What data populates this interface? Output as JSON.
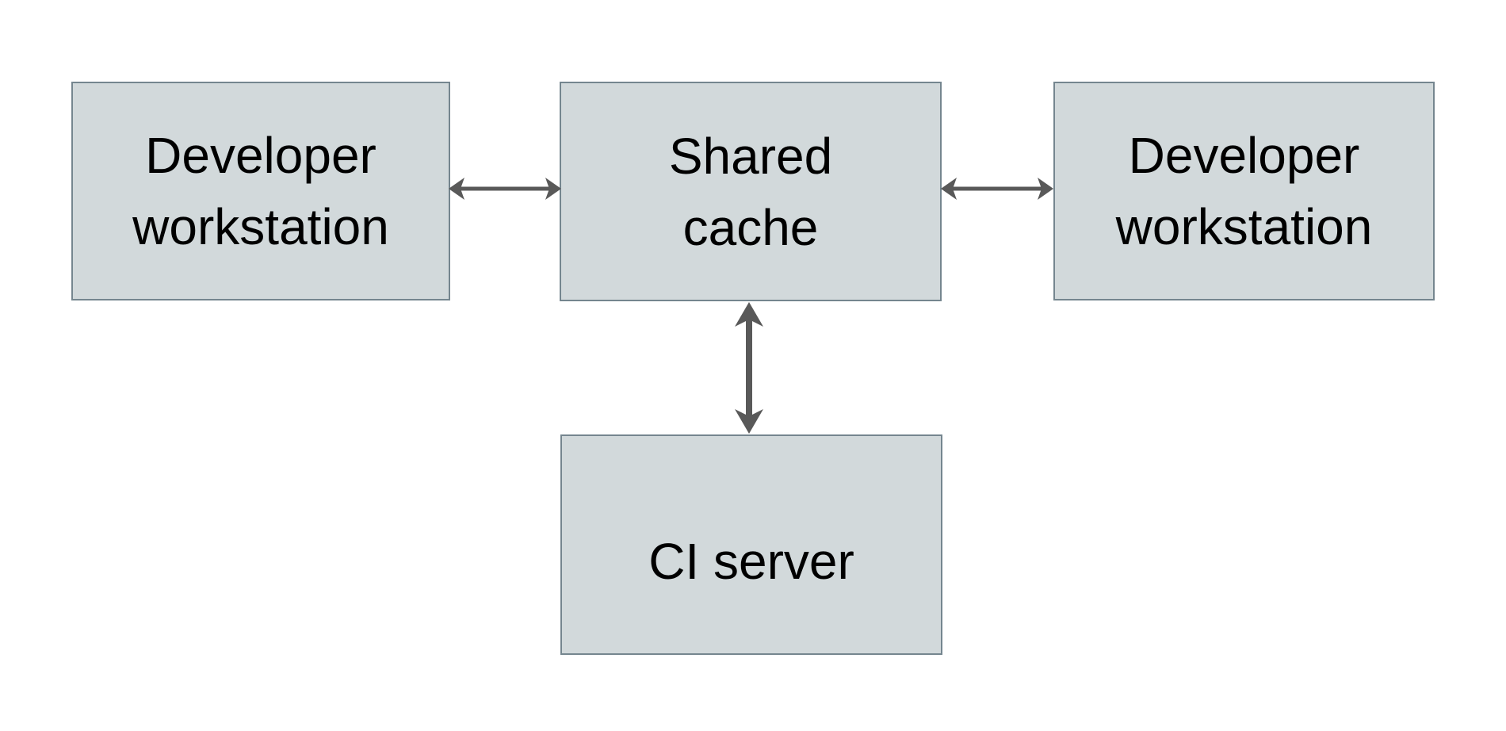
{
  "diagram": {
    "title": "shared cache topology diagram",
    "nodes": {
      "left_workstation": {
        "line1": "Developer",
        "line2": "workstation"
      },
      "shared_cache": {
        "line1": "Shared",
        "line2": "cache"
      },
      "right_workstation": {
        "line1": "Developer",
        "line2": "workstation"
      },
      "ci_server": {
        "line1": "CI server",
        "line2": ""
      }
    },
    "connections": [
      {
        "from": "left_workstation",
        "to": "shared_cache",
        "type": "bidirectional-arrow",
        "orientation": "horizontal"
      },
      {
        "from": "shared_cache",
        "to": "right_workstation",
        "type": "bidirectional-arrow",
        "orientation": "horizontal"
      },
      {
        "from": "shared_cache",
        "to": "ci_server",
        "type": "bidirectional-arrow",
        "orientation": "vertical"
      }
    ],
    "colors": {
      "node_fill": "#d2d9db",
      "node_border": "#75868f",
      "arrow": "#595959",
      "text": "#000000",
      "background": "#ffffff"
    }
  }
}
